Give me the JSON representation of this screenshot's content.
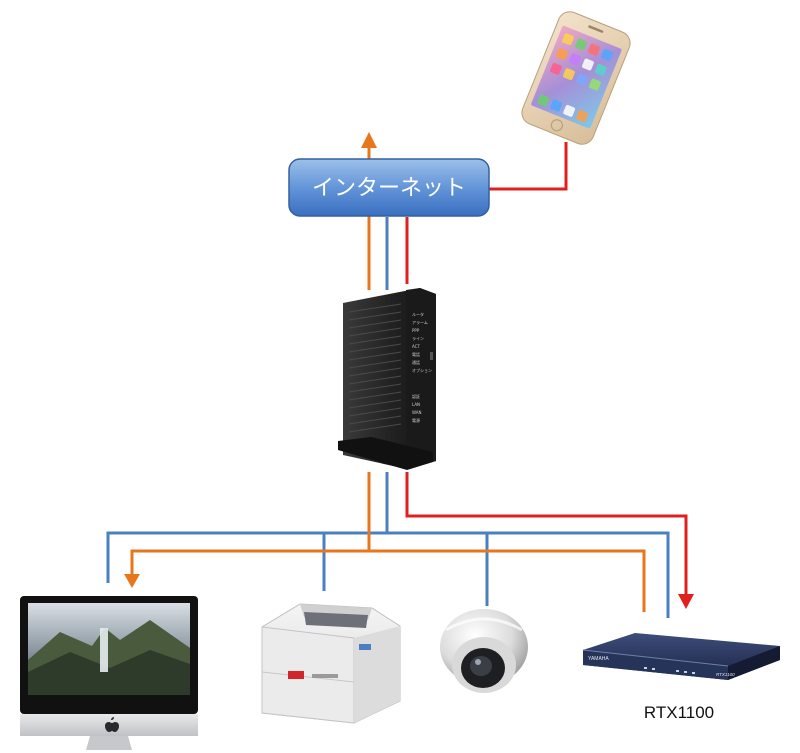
{
  "internet": {
    "label": "インターネット"
  },
  "router": {
    "indicator_labels": [
      "ルータ",
      "アラーム",
      "PPP",
      "ライン",
      "ACT",
      "電話",
      "通話",
      "オプション",
      "認証",
      "LAN",
      "WAN",
      "電源"
    ]
  },
  "devices": {
    "rtx": {
      "label": "RTX1100",
      "front_model": "RTX1100",
      "brand": "YAMAHA"
    }
  },
  "colors": {
    "orange": "#e8761b",
    "blue": "#4a7fc1",
    "red": "#e0201e",
    "internet_fill_top": "#8fb6e6",
    "internet_fill_bottom": "#3e76c8"
  }
}
